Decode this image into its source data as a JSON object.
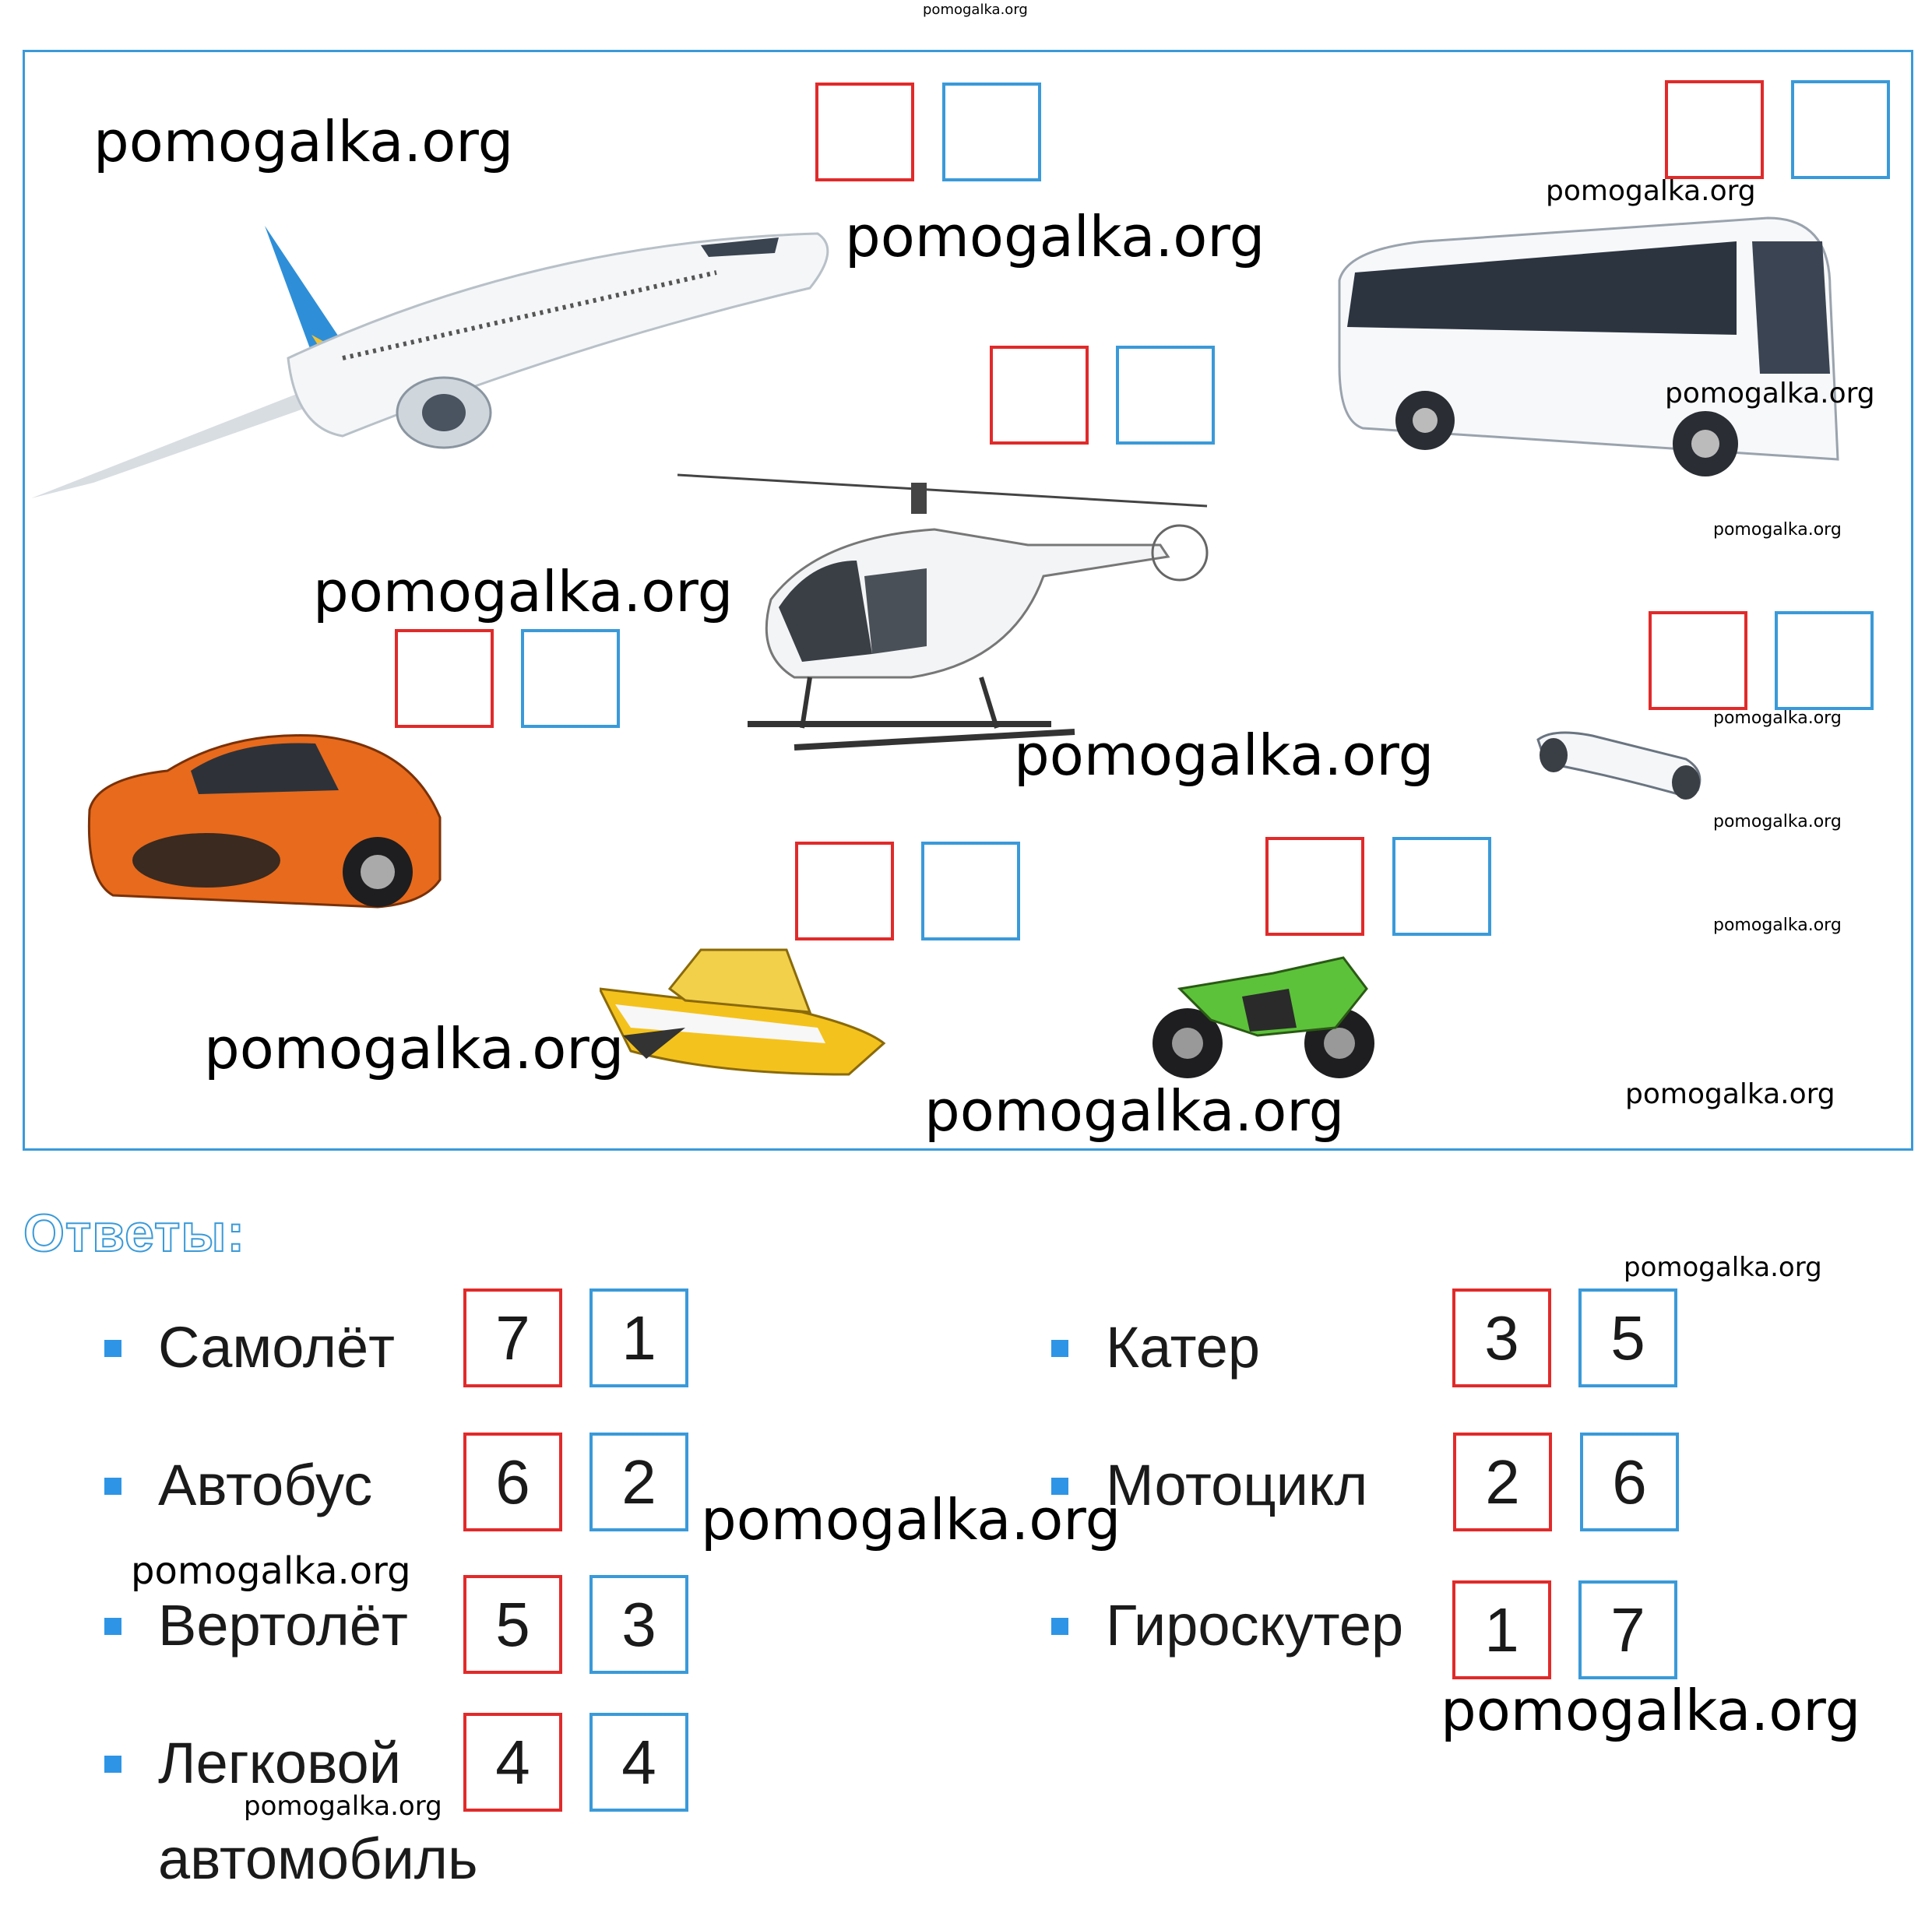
{
  "header": {
    "top_watermark": "pomogalka.org"
  },
  "watermark_text": "pomogalka.org",
  "task_frame": {
    "pictures": [
      {
        "name": "airplane",
        "icon": "airplane-icon"
      },
      {
        "name": "bus",
        "icon": "bus-icon"
      },
      {
        "name": "helicopter",
        "icon": "helicopter-icon"
      },
      {
        "name": "car",
        "icon": "car-icon"
      },
      {
        "name": "boat",
        "icon": "boat-icon"
      },
      {
        "name": "motorcycle",
        "icon": "motorcycle-icon"
      },
      {
        "name": "hoverboard",
        "icon": "hoverboard-icon"
      }
    ]
  },
  "answers": {
    "title": "Ответы:",
    "left": [
      {
        "label": "Самолёт",
        "red": "7",
        "blue": "1"
      },
      {
        "label": "Автобус",
        "red": "6",
        "blue": "2"
      },
      {
        "label": "Вертолёт",
        "red": "5",
        "blue": "3"
      },
      {
        "label": "Легковой",
        "label2": "автомобиль",
        "red": "4",
        "blue": "4"
      }
    ],
    "right": [
      {
        "label": "Катер",
        "red": "3",
        "blue": "5"
      },
      {
        "label": "Мотоцикл",
        "red": "2",
        "blue": "6"
      },
      {
        "label": "Гироскутер",
        "red": "1",
        "blue": "7"
      }
    ]
  },
  "colors": {
    "red_box": "#e12a2a",
    "blue_box": "#3a9ad9",
    "bullet": "#2e95e6"
  }
}
